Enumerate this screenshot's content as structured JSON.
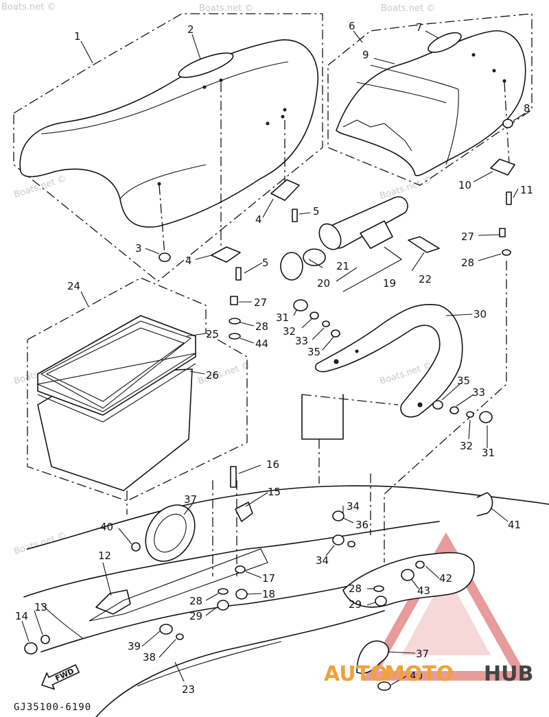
{
  "diagram": {
    "part_code": "GJ35100-6190",
    "fwd_label": "FWD",
    "watermark_text": "Boats.net ©",
    "logo": {
      "part1": "AUTO",
      "part2": "MOTO",
      "part3": "HUB",
      "accent_color": "#f0a23a",
      "triangle_color": "#e08080"
    },
    "callouts": {
      "c1": "1",
      "c2": "2",
      "c3": "3",
      "c4a": "4",
      "c4b": "4",
      "c5a": "5",
      "c5b": "5",
      "c6": "6",
      "c7": "7",
      "c8": "8",
      "c9": "9",
      "c10": "10",
      "c11": "11",
      "c12": "12",
      "c13": "13",
      "c14": "14",
      "c15": "15",
      "c16": "16",
      "c17": "17",
      "c18": "18",
      "c19": "19",
      "c20": "20",
      "c21": "21",
      "c22": "22",
      "c23": "23",
      "c24": "24",
      "c25": "25",
      "c26": "26",
      "c27a": "27",
      "c27b": "27",
      "c28a": "28",
      "c28b": "28",
      "c28c": "28",
      "c28d": "28",
      "c29a": "29",
      "c29b": "29",
      "c30": "30",
      "c31a": "31",
      "c31b": "31",
      "c32a": "32",
      "c32b": "32",
      "c33a": "33",
      "c33b": "33",
      "c34a": "34",
      "c34b": "34",
      "c35a": "35",
      "c35b": "35",
      "c36": "36",
      "c37a": "37",
      "c37b": "37",
      "c38": "38",
      "c39": "39",
      "c40a": "40",
      "c40b": "40",
      "c41": "41",
      "c42": "42",
      "c43": "43",
      "c44": "44"
    }
  }
}
